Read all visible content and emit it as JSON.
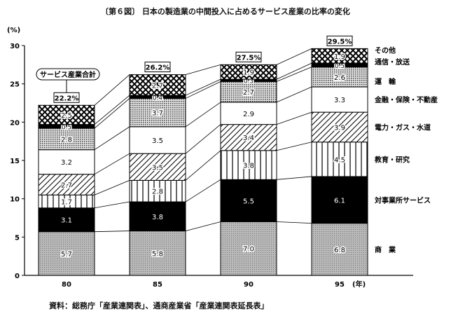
{
  "chart_data": {
    "type": "bar",
    "stacked": true,
    "title": "〔第６図〕 日本の製造業の中間投入に占めるサービス産業の比率の変化",
    "ylabel": "(%)",
    "xlabel": "",
    "x_suffix": "(年)",
    "ylim": [
      0,
      30
    ],
    "yticks": [
      0,
      5,
      10,
      15,
      20,
      25,
      30
    ],
    "categories": [
      "80",
      "85",
      "90",
      "95"
    ],
    "totals": [
      "22.2%",
      "26.2%",
      "27.5%",
      "29.5%"
    ],
    "total_callout": "サービス産業合計",
    "series": [
      {
        "name": "商　業",
        "pattern": "gray",
        "values": [
          5.7,
          5.8,
          7.0,
          6.8
        ]
      },
      {
        "name": "対事業所サービス",
        "pattern": "black",
        "values": [
          3.1,
          3.8,
          5.5,
          6.1
        ]
      },
      {
        "name": "教育・研究",
        "pattern": "vstripe",
        "values": [
          1.7,
          2.8,
          3.8,
          4.5
        ]
      },
      {
        "name": "電力・ガス・水道",
        "pattern": "diag",
        "values": [
          2.7,
          3.5,
          3.4,
          3.9
        ]
      },
      {
        "name": "金融・保険・不動産",
        "pattern": "white",
        "values": [
          3.2,
          3.5,
          2.9,
          3.3
        ]
      },
      {
        "name": "運　輸",
        "pattern": "dots",
        "values": [
          2.8,
          3.7,
          2.7,
          2.6
        ]
      },
      {
        "name": "通信・放送",
        "pattern": "black",
        "values": [
          0.5,
          0.4,
          0.3,
          0.5
        ]
      },
      {
        "name": "その他",
        "pattern": "cross",
        "values": [
          2.5,
          2.7,
          1.9,
          1.9
        ]
      }
    ],
    "grid": false,
    "legend": "right"
  },
  "source": "資料：総務庁「産業連関表」、通商産業省「産業連関表延長表」"
}
